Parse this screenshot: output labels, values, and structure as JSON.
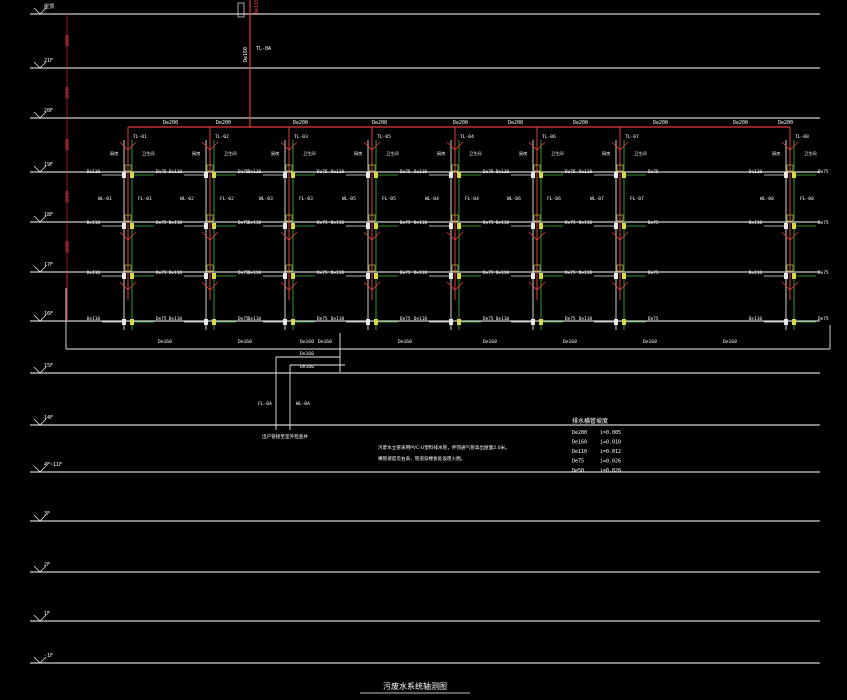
{
  "drawing": {
    "title": "污废水系统轴测图",
    "colors": {
      "background": "#000000",
      "floor_line": "#ffffff",
      "pipe_white": "#e8e8e8",
      "pipe_red": "#e03a3a",
      "pipe_green": "#3fbf3f",
      "pipe_yellow": "#d8d84a",
      "text_white": "#ffffff",
      "text_red": "#ff4040",
      "text_yellow": "#e6e64a"
    },
    "floors": [
      "屋顶",
      "21F",
      "20F",
      "19F",
      "18F",
      "17F",
      "16F",
      "15F",
      "14F",
      "4F~11F",
      "3F",
      "2F",
      "1F",
      "-1F"
    ],
    "floor_heights": [
      "3000",
      "3000",
      "3000",
      "3000",
      "3000"
    ],
    "top_vent_label": "De110",
    "vent_riser_label": "TL-0A",
    "vent_riser_size": "De160",
    "header_sizes": [
      "De200",
      "De200",
      "De200",
      "De200",
      "De200",
      "De200",
      "De200",
      "De200",
      "De200",
      "De200"
    ],
    "stacks": [
      {
        "vent": "TL-01",
        "waste": "WL-01",
        "soil": "FL-01"
      },
      {
        "vent": "TL-02",
        "waste": "WL-02",
        "soil": "FL-02"
      },
      {
        "vent": "TL-03",
        "waste": "WL-03",
        "soil": "FL-03"
      },
      {
        "vent": "TL-05",
        "waste": "WL-05",
        "soil": "FL-05"
      },
      {
        "vent": "TL-04",
        "waste": "WL-04",
        "soil": "FL-04"
      },
      {
        "vent": "TL-06",
        "waste": "WL-06",
        "soil": "FL-06"
      },
      {
        "vent": "TL-07",
        "waste": "WL-07",
        "soil": "FL-07"
      },
      {
        "vent": "TL-08",
        "waste": "WL-08",
        "soil": "FL-08"
      }
    ],
    "branch_sizes": [
      "De110",
      "De75",
      "De110",
      "De75"
    ],
    "collector_sizes": [
      "De160",
      "De160",
      "De160",
      "De160",
      "De160",
      "De160",
      "De160",
      "De160"
    ],
    "outlet_labels": {
      "a": "De160",
      "b": "De160",
      "c": "De160"
    },
    "outlet_stacks": {
      "left": "FL-0A",
      "right": "WL-0A"
    },
    "outlet_note": "出户管接至室外检查井",
    "notes": [
      "污废水立管采用PVC-U塑料排水管，伸顶通气管高出屋面2.0米。",
      "横管坡度见右表，管道穿楼板处设阻火圈。"
    ],
    "slope_table": {
      "title": "排水横管坡度",
      "rows": [
        {
          "size": "De200",
          "slope": "i=0.005"
        },
        {
          "size": "De160",
          "slope": "i=0.010"
        },
        {
          "size": "De110",
          "slope": "i=0.012"
        },
        {
          "size": "De75",
          "slope": "i=0.026"
        },
        {
          "size": "De50",
          "slope": "i=0.026"
        }
      ]
    },
    "fixture_labels": [
      "厨房",
      "卫生间"
    ]
  }
}
